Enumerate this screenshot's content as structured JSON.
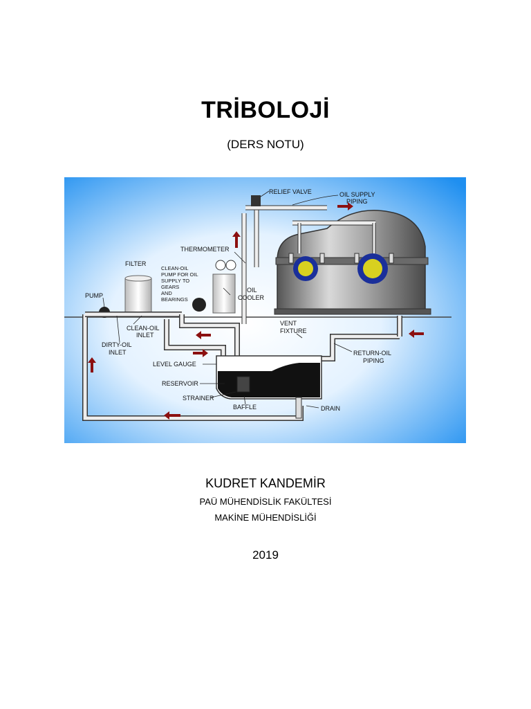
{
  "title": "TRİBOLOJİ",
  "subtitle": "(DERS NOTU)",
  "figure": {
    "labels": {
      "relief_valve": "RELIEF VALVE",
      "oil_supply_piping_1": "OIL SUPPLY",
      "oil_supply_piping_2": "PIPING",
      "thermometer": "THERMOMETER",
      "filter": "FILTER",
      "clean_oil_pump_1": "CLEAN-OIL",
      "clean_oil_pump_2": "PUMP FOR OIL",
      "clean_oil_pump_3": "SUPPLY TO",
      "clean_oil_pump_4": "GEARS",
      "clean_oil_pump_5": "AND",
      "clean_oil_pump_6": "BEARINGS",
      "oil_cooler_1": "OIL",
      "oil_cooler_2": "COOLER",
      "pump": "PUMP",
      "clean_oil_inlet_1": "CLEAN-OIL",
      "clean_oil_inlet_2": "INLET",
      "dirty_oil_inlet_1": "DIRTY-OIL",
      "dirty_oil_inlet_2": "INLET",
      "vent_fixture_1": "VENT",
      "vent_fixture_2": "FIXTURE",
      "return_oil_piping_1": "RETURN-OIL",
      "return_oil_piping_2": "PIPING",
      "level_gauge": "LEVEL GAUGE",
      "reservoir": "RESERVOIR",
      "strainer": "STRAINER",
      "baffle": "BAFFLE",
      "drain": "DRAIN"
    },
    "colors": {
      "background_top": "#1e90f0",
      "background_mid": "#dff0ff",
      "pipe": "#e8e8e8",
      "housing": "#8c8c8c",
      "port_ring": "#1a2f9a",
      "port_fill": "#d8d020",
      "arrow": "#8b1010",
      "oil": "#111111"
    }
  },
  "author": "KUDRET KANDEMİR",
  "affiliation_1": "PAÜ MÜHENDİSLİK FAKÜLTESİ",
  "affiliation_2": "MAKİNE MÜHENDİSLİĞİ",
  "year": "2019"
}
